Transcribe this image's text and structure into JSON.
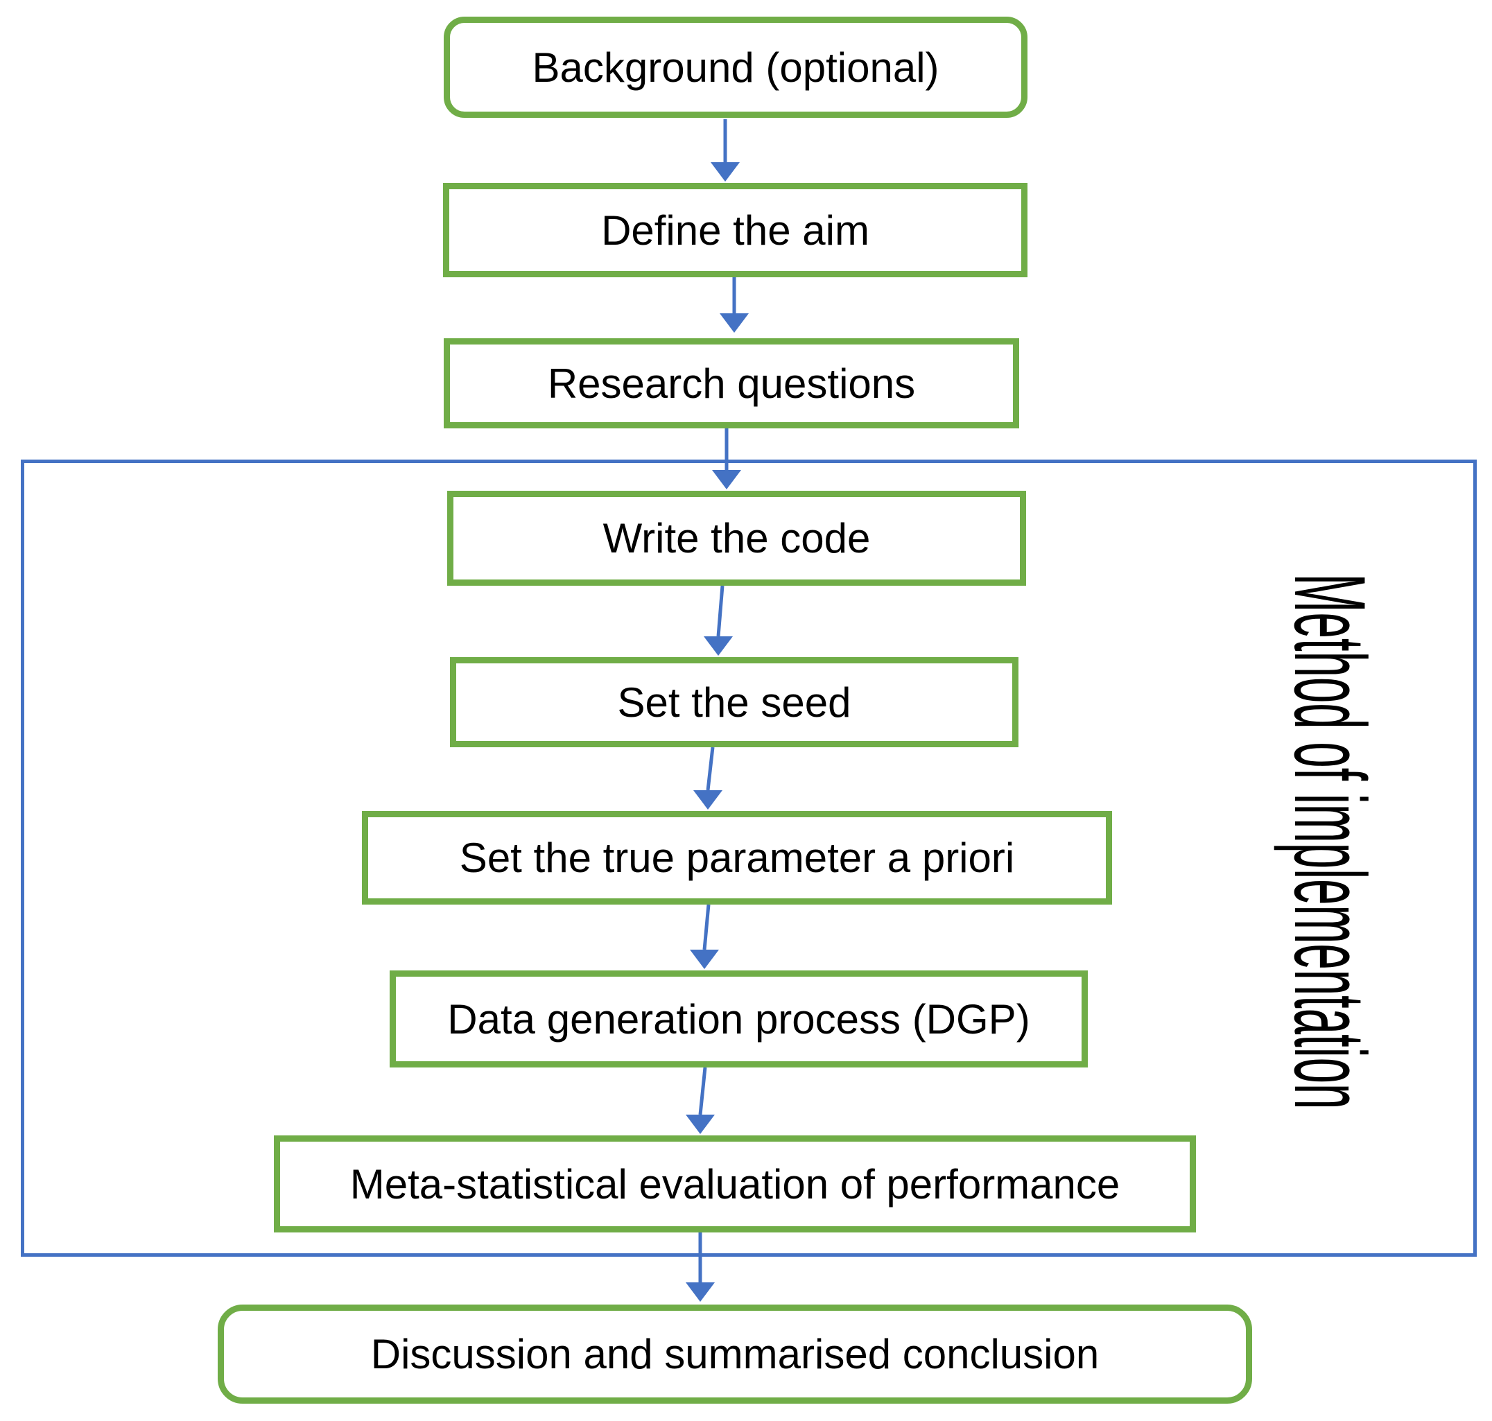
{
  "diagram": {
    "container_label": "Method of implementation",
    "colors": {
      "box_border": "#70AD47",
      "flow": "#4472C4",
      "text": "#000000"
    },
    "nodes": {
      "background": {
        "label": "Background (optional)"
      },
      "define_aim": {
        "label": "Define the aim"
      },
      "research_questions": {
        "label": "Research questions"
      },
      "write_code": {
        "label": "Write the code"
      },
      "set_seed": {
        "label": "Set the seed"
      },
      "set_true_parameter": {
        "label": "Set the true parameter a priori"
      },
      "dgp": {
        "label": "Data generation process (DGP)"
      },
      "meta_evaluation": {
        "label": "Meta-statistical evaluation of performance"
      },
      "discussion": {
        "label": "Discussion and summarised conclusion"
      }
    },
    "flows": [
      [
        "background",
        "define_aim"
      ],
      [
        "define_aim",
        "research_questions"
      ],
      [
        "research_questions",
        "write_code"
      ],
      [
        "write_code",
        "set_seed"
      ],
      [
        "set_seed",
        "set_true_parameter"
      ],
      [
        "set_true_parameter",
        "dgp"
      ],
      [
        "dgp",
        "meta_evaluation"
      ],
      [
        "meta_evaluation",
        "discussion"
      ]
    ]
  }
}
